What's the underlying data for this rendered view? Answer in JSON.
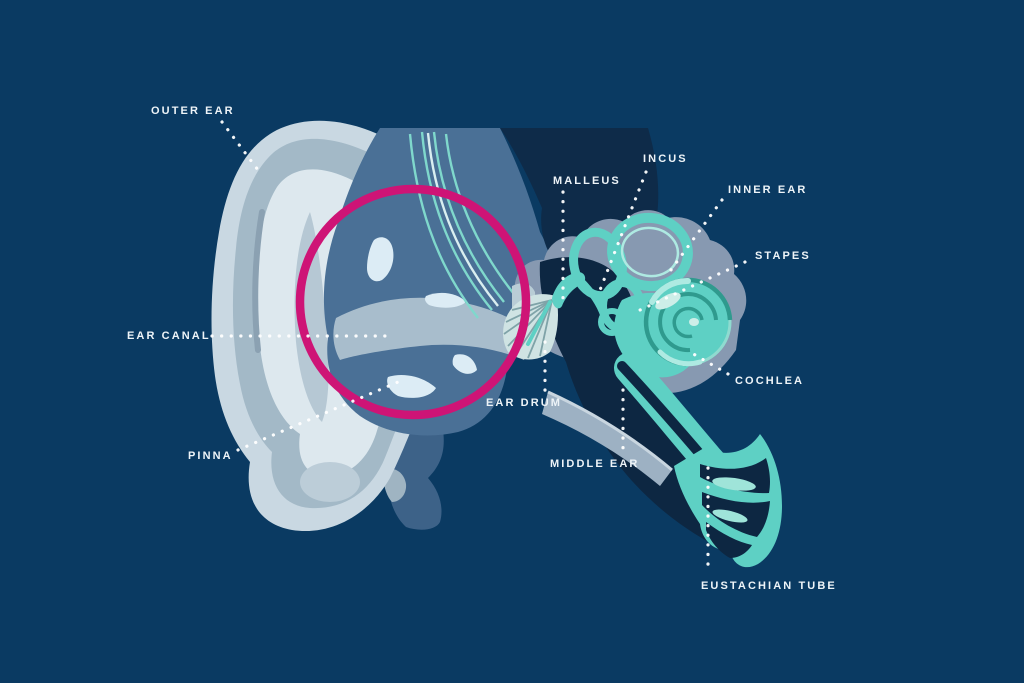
{
  "diagram": {
    "subject": "Anatomy of the human ear, cross-section illustration",
    "highlighted_region": "ear canal area circled in magenta"
  },
  "colors": {
    "background": "#0a3a62",
    "highlight_circle": "#ce1476",
    "label_text": "#eef4f8",
    "leader_dots": "#ffffff",
    "pinna_light": "#c9d8e2",
    "pinna_mid": "#a3b9c7",
    "pinna_inner_light": "#dde8ee",
    "canal_slate_blue": "#4a7096",
    "canal_lumen_gray": "#b9cad6",
    "dark_navy_cavity": "#0d2742",
    "bone_gray": "#8799b1",
    "inner_ear_teal": "#5ed0c4",
    "teal_highlight": "#aeeae2",
    "teal_line_dark": "#2f9a8e",
    "hair_line_teal": "#7fd8cc"
  },
  "labels": {
    "outer_ear": {
      "text": "OUTER EAR"
    },
    "ear_canal": {
      "text": "EAR CANAL"
    },
    "pinna": {
      "text": "PINNA"
    },
    "malleus": {
      "text": "MALLEUS"
    },
    "incus": {
      "text": "INCUS"
    },
    "inner_ear": {
      "text": "INNER EAR"
    },
    "stapes": {
      "text": "STAPES"
    },
    "cochlea": {
      "text": "COCHLEA"
    },
    "ear_drum": {
      "text": "EAR DRUM"
    },
    "middle_ear": {
      "text": "MIDDLE EAR"
    },
    "eustachian_tube": {
      "text": "EUSTACHIAN TUBE"
    }
  }
}
